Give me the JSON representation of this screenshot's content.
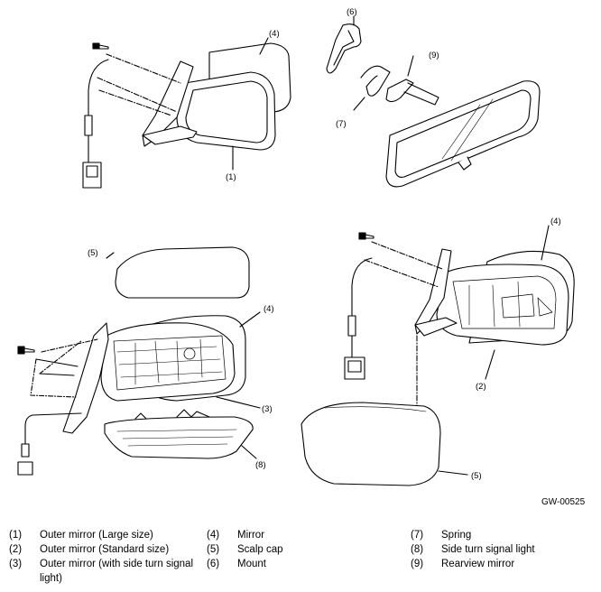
{
  "callouts": {
    "c1": "(1)",
    "c2": "(2)",
    "c3": "(3)",
    "c4a": "(4)",
    "c4b": "(4)",
    "c4c": "(4)",
    "c5a": "(5)",
    "c5b": "(5)",
    "c6": "(6)",
    "c7": "(7)",
    "c8": "(8)",
    "c9": "(9)"
  },
  "figure_code": "GW-00525",
  "legend": [
    [
      {
        "num": "(1)",
        "text": "Outer mirror (Large size)"
      },
      {
        "num": "(2)",
        "text": "Outer mirror (Standard size)"
      },
      {
        "num": "(3)",
        "text": "Outer mirror (with side turn signal\nlight)"
      }
    ],
    [
      {
        "num": "(4)",
        "text": "Mirror"
      },
      {
        "num": "(5)",
        "text": "Scalp cap"
      },
      {
        "num": "(6)",
        "text": "Mount"
      }
    ],
    [
      {
        "num": "(7)",
        "text": "Spring"
      },
      {
        "num": "(8)",
        "text": "Side turn signal light"
      },
      {
        "num": "(9)",
        "text": "Rearview mirror"
      }
    ]
  ]
}
